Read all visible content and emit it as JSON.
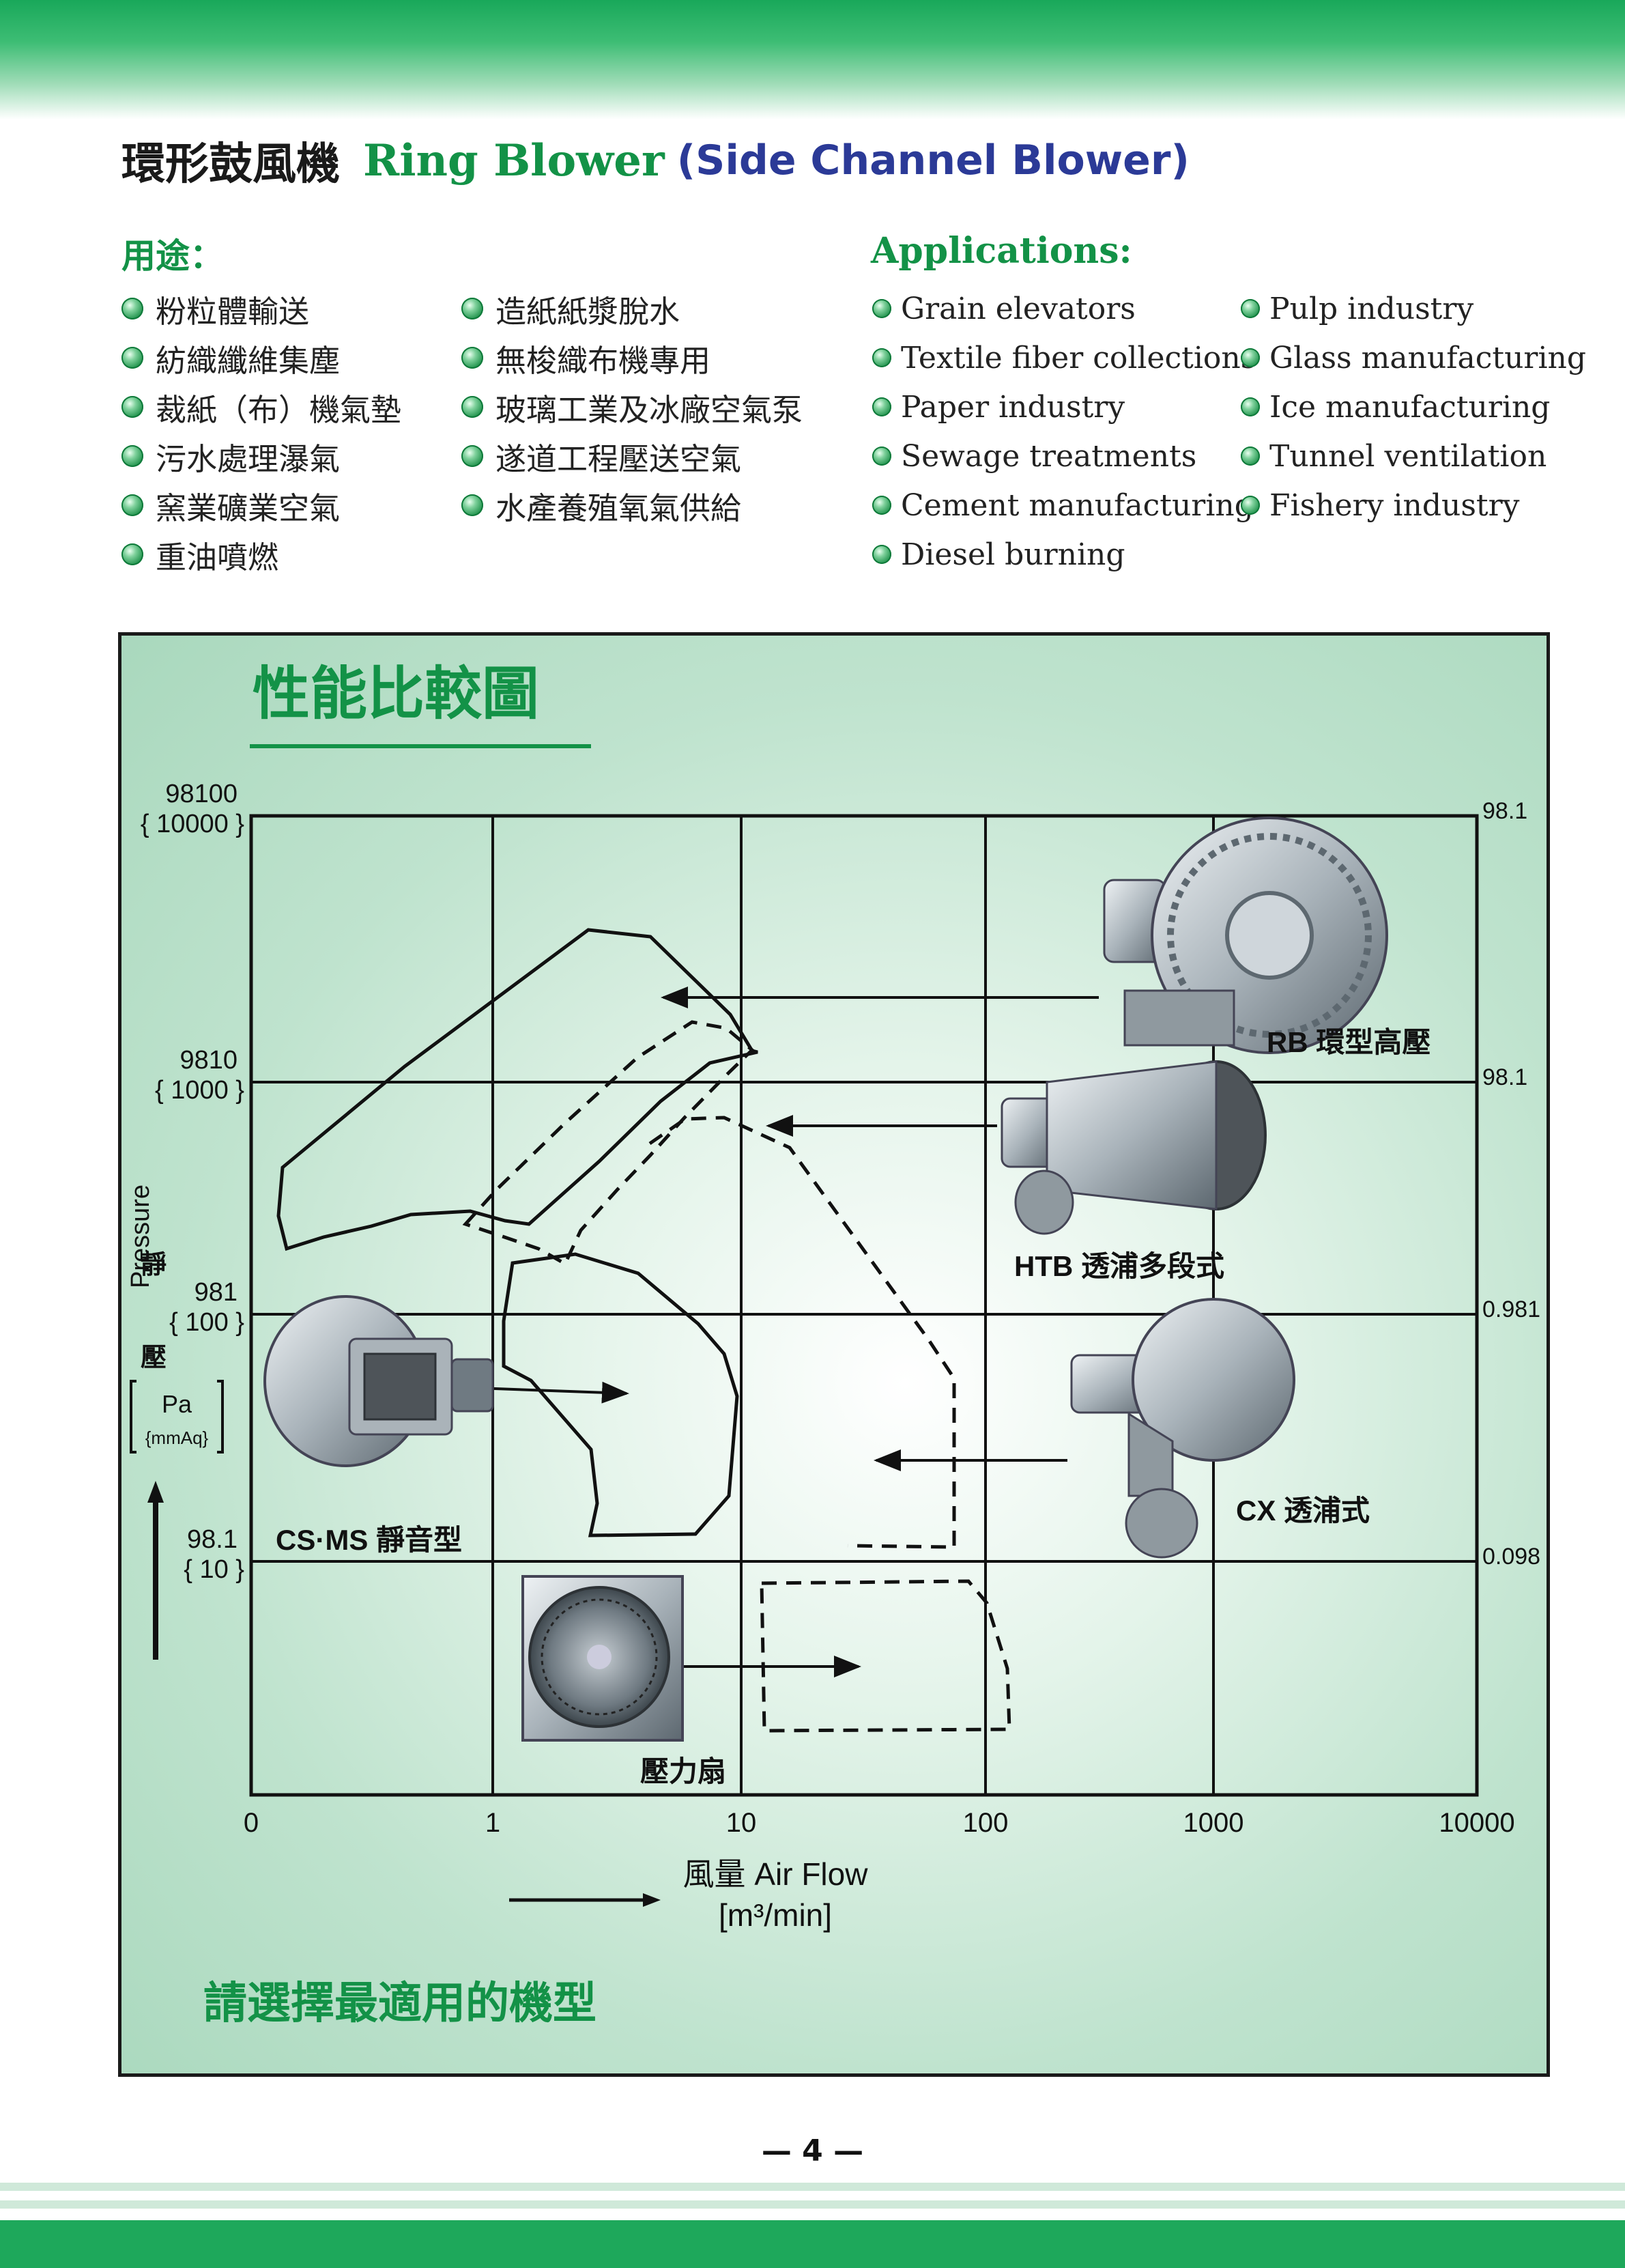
{
  "header": {
    "title_zh": "環形鼓風機",
    "title_en": "Ring Blower",
    "title_en_sub": "(Side Channel Blower)"
  },
  "applications": {
    "heading_zh": "用途：",
    "heading_en": "Applications:",
    "zh_col1": [
      "粉粒體輸送",
      "紡織纖維集塵",
      "裁紙（布）機氣墊",
      "污水處理瀑氣",
      "窯業礦業空氣",
      "重油噴燃"
    ],
    "zh_col2": [
      "造紙紙漿脫水",
      "無梭織布機專用",
      "玻璃工業及冰廠空氣泵",
      "遂道工程壓送空氣",
      "水產養殖氧氣供給"
    ],
    "en_col1": [
      "Grain elevators",
      "Textile fiber collections",
      "Paper industry",
      "Sewage treatments",
      "Cement manufacturing",
      "Diesel burning"
    ],
    "en_col2": [
      "Pulp industry",
      "Glass manufacturing",
      "Ice manufacturing",
      "Tunnel ventilation",
      "Fishery industry"
    ]
  },
  "chart_data": {
    "type": "region",
    "title": "性能比較圖",
    "xlabel": "風量 Air Flow",
    "xunit": "[m³/min]",
    "ylabel_zh": "靜壓",
    "ylabel_en": "Pressure",
    "yunit_main": "Pa",
    "yunit_sub": "{mmAq}",
    "x_scale": "log",
    "y_scale": "log",
    "x_ticks": [
      "0",
      "1",
      "10",
      "100",
      "1000",
      "10000"
    ],
    "y_ticks_left": [
      {
        "pa": "98100",
        "mmaq": "{ 10000 }"
      },
      {
        "pa": "9810",
        "mmaq": "{ 1000 }"
      },
      {
        "pa": "981",
        "mmaq": "{ 100 }"
      },
      {
        "pa": "98.1",
        "mmaq": "{ 10 }"
      }
    ],
    "y_ticks_right": [
      "98.1",
      "98.1",
      "0.981",
      "0.098"
    ],
    "grid": true,
    "series": [
      {
        "name": "RB 環型高壓",
        "style": "solid"
      },
      {
        "name": "HTB 透浦多段式",
        "style": "dashed"
      },
      {
        "name": "CX 透浦式",
        "style": "dashed"
      },
      {
        "name": "CS·MS 靜音型",
        "style": "solid"
      },
      {
        "name": "壓力扇",
        "style": "dashed"
      }
    ],
    "footer_text": "請選擇最適用的機型"
  },
  "footer": {
    "page_number": "— 4 —"
  },
  "colors": {
    "brand_green": "#139247",
    "title_blue": "#2b3a97",
    "panel_bg": "#bfe3ce"
  }
}
